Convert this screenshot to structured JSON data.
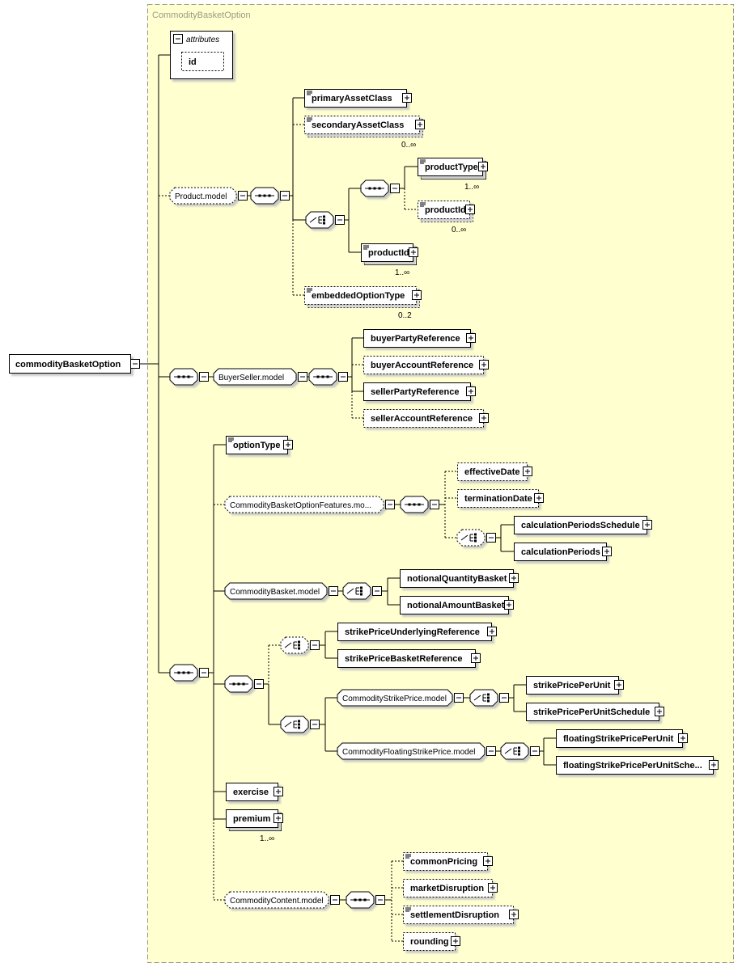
{
  "type_title": "CommodityBasketOption",
  "root": {
    "label": "commodityBasketOption"
  },
  "attributes": {
    "header": "attributes",
    "items": [
      "id"
    ]
  },
  "elements": [
    {
      "key": "primaryAssetClass",
      "label": "primaryAssetClass",
      "optional": false,
      "doc": true,
      "card": ""
    },
    {
      "key": "secondaryAssetClass",
      "label": "secondaryAssetClass",
      "optional": true,
      "doc": true,
      "card": "0..∞"
    },
    {
      "key": "productType",
      "label": "productType",
      "optional": false,
      "doc": true,
      "card": "1..∞"
    },
    {
      "key": "productId1",
      "label": "productId",
      "optional": true,
      "doc": true,
      "card": "0..∞"
    },
    {
      "key": "productId2",
      "label": "productId",
      "optional": false,
      "doc": true,
      "card": "1..∞"
    },
    {
      "key": "embeddedOptionType",
      "label": "embeddedOptionType",
      "optional": true,
      "doc": true,
      "card": "0..2"
    },
    {
      "key": "buyerPartyReference",
      "label": "buyerPartyReference",
      "optional": false,
      "doc": false,
      "card": ""
    },
    {
      "key": "buyerAccountReference",
      "label": "buyerAccountReference",
      "optional": true,
      "doc": false,
      "card": ""
    },
    {
      "key": "sellerPartyReference",
      "label": "sellerPartyReference",
      "optional": false,
      "doc": false,
      "card": ""
    },
    {
      "key": "sellerAccountReference",
      "label": "sellerAccountReference",
      "optional": true,
      "doc": false,
      "card": ""
    },
    {
      "key": "optionType",
      "label": "optionType",
      "optional": false,
      "doc": true,
      "card": ""
    },
    {
      "key": "effectiveDate",
      "label": "effectiveDate",
      "optional": true,
      "doc": false,
      "card": ""
    },
    {
      "key": "terminationDate",
      "label": "terminationDate",
      "optional": true,
      "doc": false,
      "card": ""
    },
    {
      "key": "calculationPeriodsSchedule",
      "label": "calculationPeriodsSchedule",
      "optional": false,
      "doc": false,
      "card": ""
    },
    {
      "key": "calculationPeriods",
      "label": "calculationPeriods",
      "optional": false,
      "doc": false,
      "card": ""
    },
    {
      "key": "notionalQuantityBasket",
      "label": "notionalQuantityBasket",
      "optional": false,
      "doc": false,
      "card": ""
    },
    {
      "key": "notionalAmountBasket",
      "label": "notionalAmountBasket",
      "optional": false,
      "doc": false,
      "card": ""
    },
    {
      "key": "strikePriceUnderlyingReference",
      "label": "strikePriceUnderlyingReference",
      "optional": false,
      "doc": false,
      "card": ""
    },
    {
      "key": "strikePriceBasketReference",
      "label": "strikePriceBasketReference",
      "optional": false,
      "doc": false,
      "card": ""
    },
    {
      "key": "strikePricePerUnit",
      "label": "strikePricePerUnit",
      "optional": false,
      "doc": false,
      "card": ""
    },
    {
      "key": "strikePricePerUnitSchedule",
      "label": "strikePricePerUnitSchedule",
      "optional": false,
      "doc": false,
      "card": ""
    },
    {
      "key": "floatingStrikePricePerUnit",
      "label": "floatingStrikePricePerUnit",
      "optional": false,
      "doc": false,
      "card": ""
    },
    {
      "key": "floatingStrikePricePerUnitSchedule",
      "label": "floatingStrikePricePerUnitSche...",
      "optional": false,
      "doc": false,
      "card": ""
    },
    {
      "key": "exercise",
      "label": "exercise",
      "optional": false,
      "doc": false,
      "card": ""
    },
    {
      "key": "premium",
      "label": "premium",
      "optional": false,
      "doc": false,
      "card": "1..∞"
    },
    {
      "key": "commonPricing",
      "label": "commonPricing",
      "optional": true,
      "doc": true,
      "card": ""
    },
    {
      "key": "marketDisruption",
      "label": "marketDisruption",
      "optional": true,
      "doc": false,
      "card": ""
    },
    {
      "key": "settlementDisruption",
      "label": "settlementDisruption",
      "optional": true,
      "doc": true,
      "card": ""
    },
    {
      "key": "rounding",
      "label": "rounding",
      "optional": true,
      "doc": false,
      "card": ""
    }
  ],
  "groups": [
    {
      "key": "product_model",
      "label": "Product.model",
      "optional": true
    },
    {
      "key": "buyer_seller_model",
      "label": "BuyerSeller.model",
      "optional": false
    },
    {
      "key": "features_model",
      "label": "CommodityBasketOptionFeatures.mo...",
      "optional": true
    },
    {
      "key": "basket_model",
      "label": "CommodityBasket.model",
      "optional": false
    },
    {
      "key": "strike_model",
      "label": "CommodityStrikePrice.model",
      "optional": false
    },
    {
      "key": "floating_strike_model",
      "label": "CommodityFloatingStrikePrice.model",
      "optional": false
    },
    {
      "key": "content_model",
      "label": "CommodityContent.model",
      "optional": true
    }
  ],
  "compositors": [
    {
      "key": "c_top_seq1",
      "kind": "sequence",
      "optional": false
    },
    {
      "key": "c_prod_seq",
      "kind": "sequence",
      "optional": false
    },
    {
      "key": "c_prod_choice",
      "kind": "choice",
      "optional": false
    },
    {
      "key": "c_prod_inner_seq",
      "kind": "sequence",
      "optional": false
    },
    {
      "key": "c_bs_seq",
      "kind": "sequence",
      "optional": false
    },
    {
      "key": "c_top_seq2",
      "kind": "sequence",
      "optional": false
    },
    {
      "key": "c_feat_seq",
      "kind": "sequence",
      "optional": false
    },
    {
      "key": "c_feat_choice",
      "kind": "choice",
      "optional": true
    },
    {
      "key": "c_basket_choice",
      "kind": "choice",
      "optional": false
    },
    {
      "key": "c_strike_seq",
      "kind": "sequence",
      "optional": false
    },
    {
      "key": "c_strike_ref_choice",
      "kind": "choice",
      "optional": true
    },
    {
      "key": "c_strike_choice",
      "kind": "choice",
      "optional": false
    },
    {
      "key": "c_strike_unit_choice",
      "kind": "choice",
      "optional": false
    },
    {
      "key": "c_floating_choice",
      "kind": "choice",
      "optional": false
    },
    {
      "key": "c_content_seq",
      "kind": "sequence",
      "optional": false
    }
  ],
  "colors": {
    "panel": "#ffffd0",
    "panel_border": "#9a9a86",
    "box": "#ffffff",
    "line": "#000000",
    "title": "#9a9a86"
  }
}
